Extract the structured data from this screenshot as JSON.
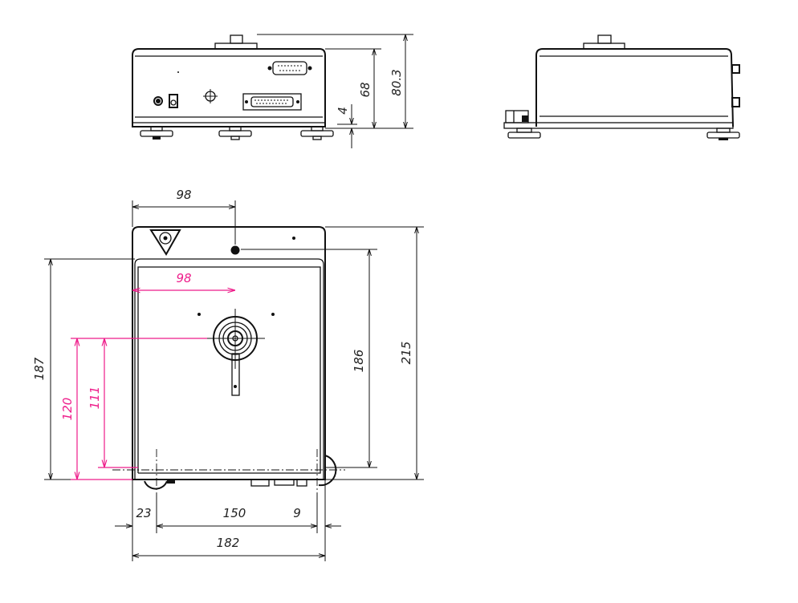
{
  "front_view": {
    "dimensions": {
      "body_height": "68",
      "total_height": "80.3",
      "foot_gap": "4"
    }
  },
  "top_view": {
    "dimensions": {
      "knob_offset_x": "98",
      "pan_center_x": "98",
      "lid_depth": "187",
      "pan_center_y": "120",
      "arm_center_y": "111",
      "knob_depth": "186",
      "total_depth": "215",
      "foot_left_offset": "23",
      "foot_spacing": "150",
      "foot_right_offset": "9",
      "total_width": "182"
    }
  },
  "colors": {
    "line": "#111111",
    "highlight_dimension": "#ee1c8a"
  }
}
